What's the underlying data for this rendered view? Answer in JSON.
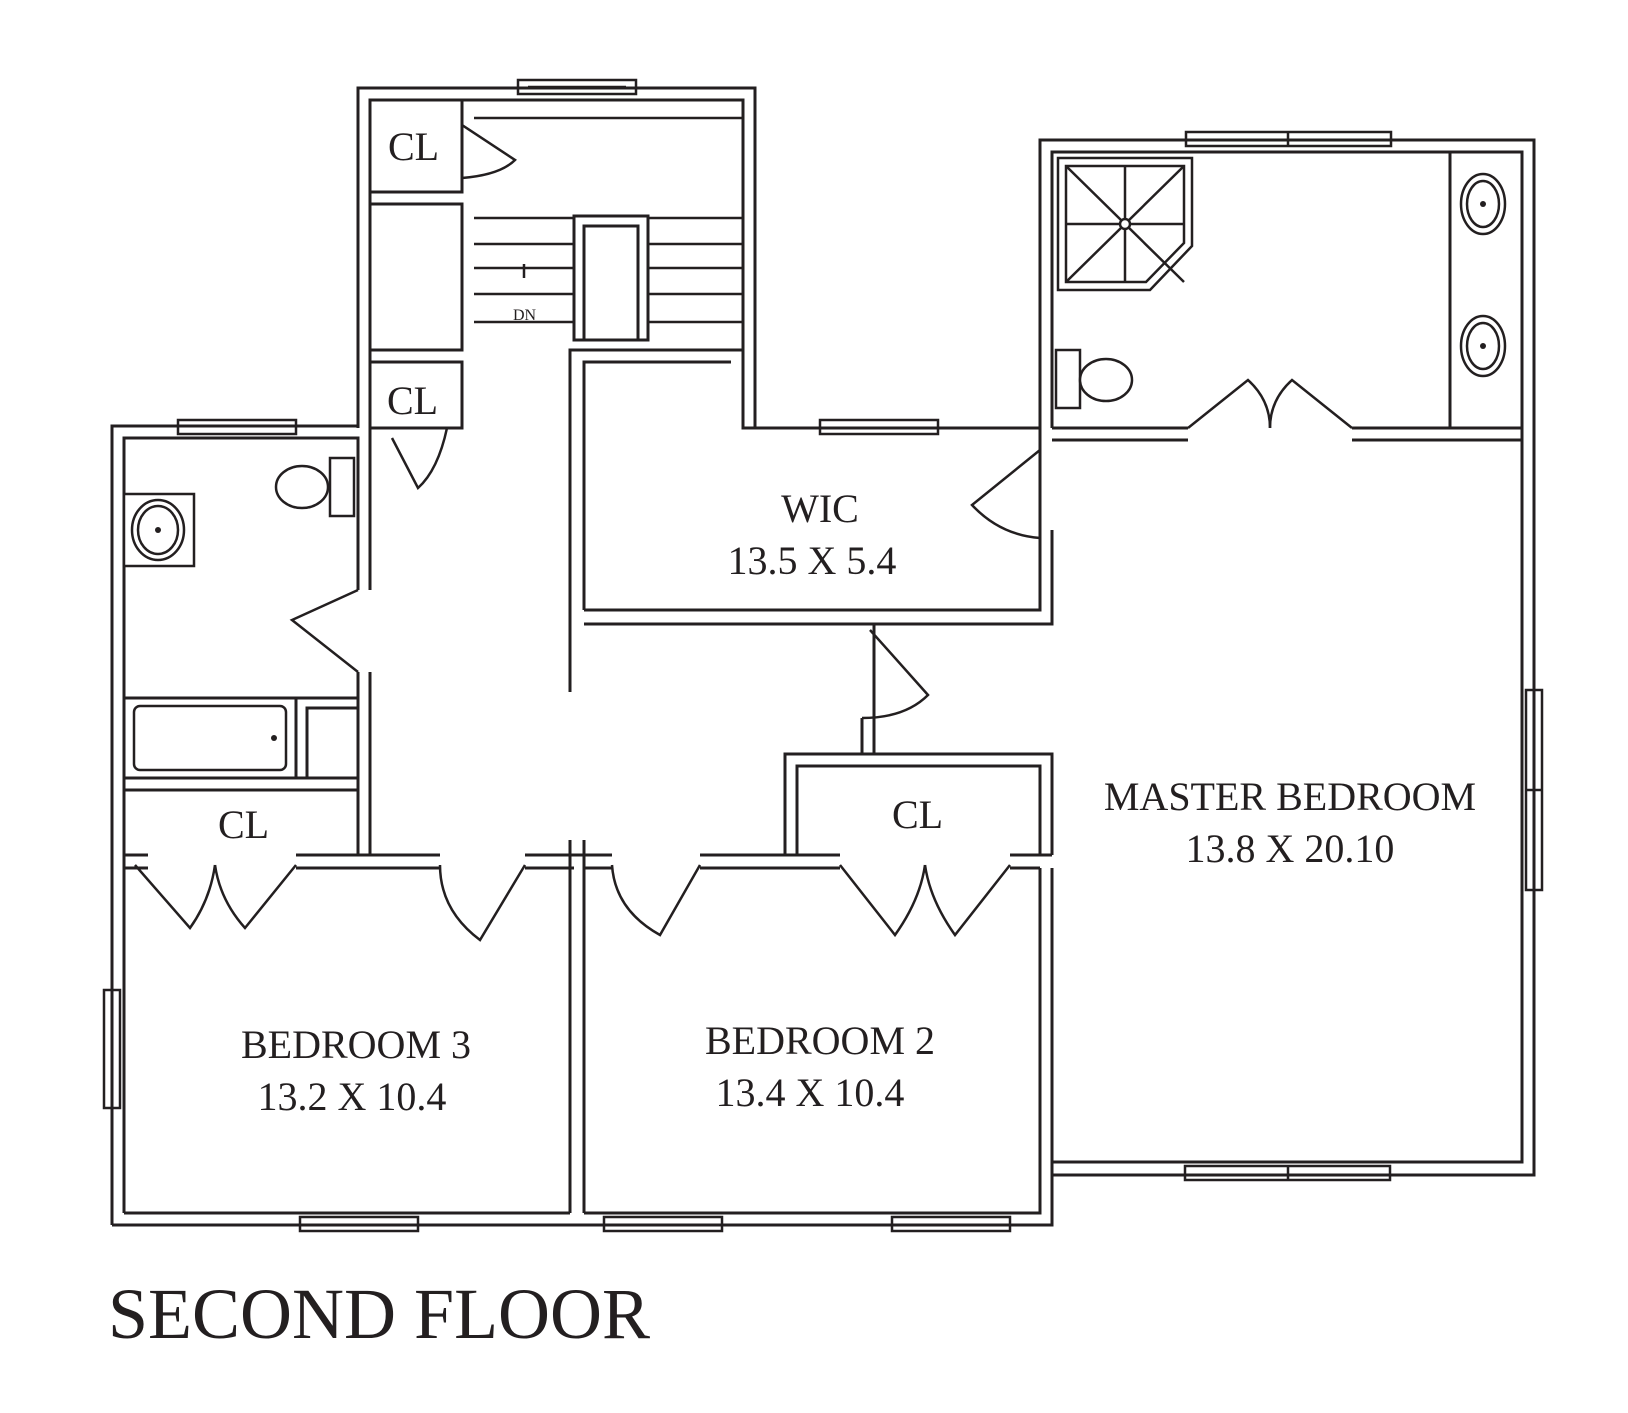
{
  "title": "SECOND FLOOR",
  "stair_label": "DN",
  "ink_color": "#231f20",
  "rooms": {
    "cl_top": "CL",
    "cl_mid": "CL",
    "wic_name": "WIC",
    "wic_dims": "13.5 X 5.4",
    "cl_bed3": "CL",
    "cl_bed2": "CL",
    "master_name": "MASTER BEDROOM",
    "master_dims": "13.8 X 20.10",
    "bed3_name": "BEDROOM 3",
    "bed3_dims": "13.2 X 10.4",
    "bed2_name": "BEDROOM 2",
    "bed2_dims": "13.4 X 10.4"
  }
}
